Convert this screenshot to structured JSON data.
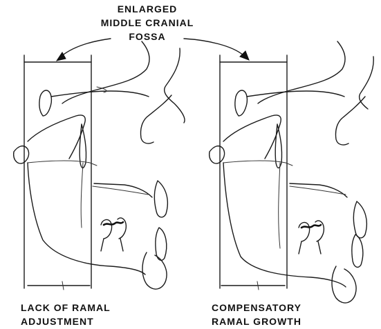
{
  "header": {
    "line1": "ENLARGED",
    "line2": "MIDDLE CRANIAL",
    "line3": "FOSSA"
  },
  "left_caption": {
    "line1": "LACK OF RAMAL",
    "line2": "ADJUSTMENT"
  },
  "right_caption": {
    "line1": "COMPENSATORY",
    "line2": "RAMAL GROWTH"
  }
}
